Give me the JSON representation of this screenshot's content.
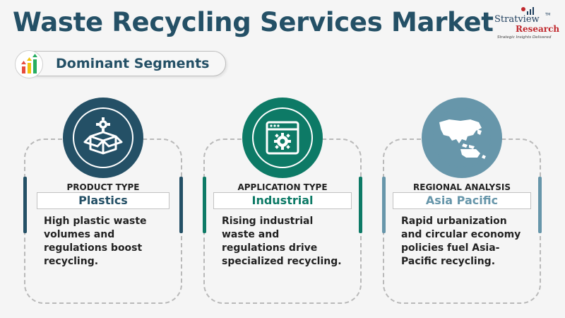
{
  "header": {
    "title": "Waste Recycling Services Market"
  },
  "logo": {
    "brand_top": "Stratview",
    "trademark": "TM",
    "brand_bottom": "Research",
    "tagline": "Strategic Insights Delivered"
  },
  "segments_heading": {
    "label": "Dominant Segments",
    "icon": "bar-chart-arrows-icon"
  },
  "cards": [
    {
      "category": "PRODUCT TYPE",
      "value": "Plastics",
      "description": "High plastic waste volumes and regulations boost recycling.",
      "icon": "box-gear-icon",
      "color": "#245066"
    },
    {
      "category": "APPLICATION TYPE",
      "value": "Industrial",
      "description": "Rising industrial waste and regulations drive specialized recycling.",
      "icon": "browser-gear-icon",
      "color": "#0d7a66"
    },
    {
      "category": "REGIONAL ANALYSIS",
      "value": "Asia Pacific",
      "description": "Rapid urbanization and circular economy policies fuel Asia-Pacific recycling.",
      "icon": "asia-pacific-map-icon",
      "color": "#6796aa"
    }
  ],
  "colors": {
    "title": "#245066",
    "background": "#f5f5f5",
    "card_border": "#b9b9b9"
  }
}
